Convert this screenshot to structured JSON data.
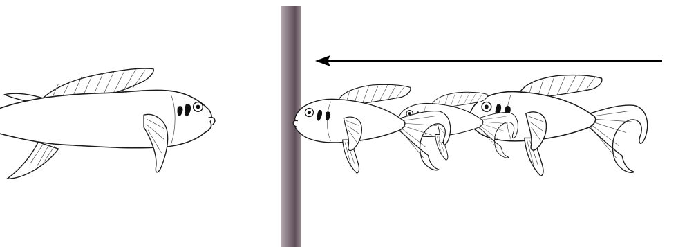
{
  "scene": {
    "left_fish_count": 1,
    "right_fish_count": 3,
    "arrow_direction": "left",
    "colors": {
      "background": "#ffffff",
      "outline": "#1a1a1a",
      "wall_dark": "#6e5f67",
      "wall_light": "#c9bfc5",
      "arrow": "#000000"
    },
    "icons": {
      "fish": "fish-icon",
      "arrow": "arrow-left-icon",
      "wall": "barrier-wall"
    }
  }
}
